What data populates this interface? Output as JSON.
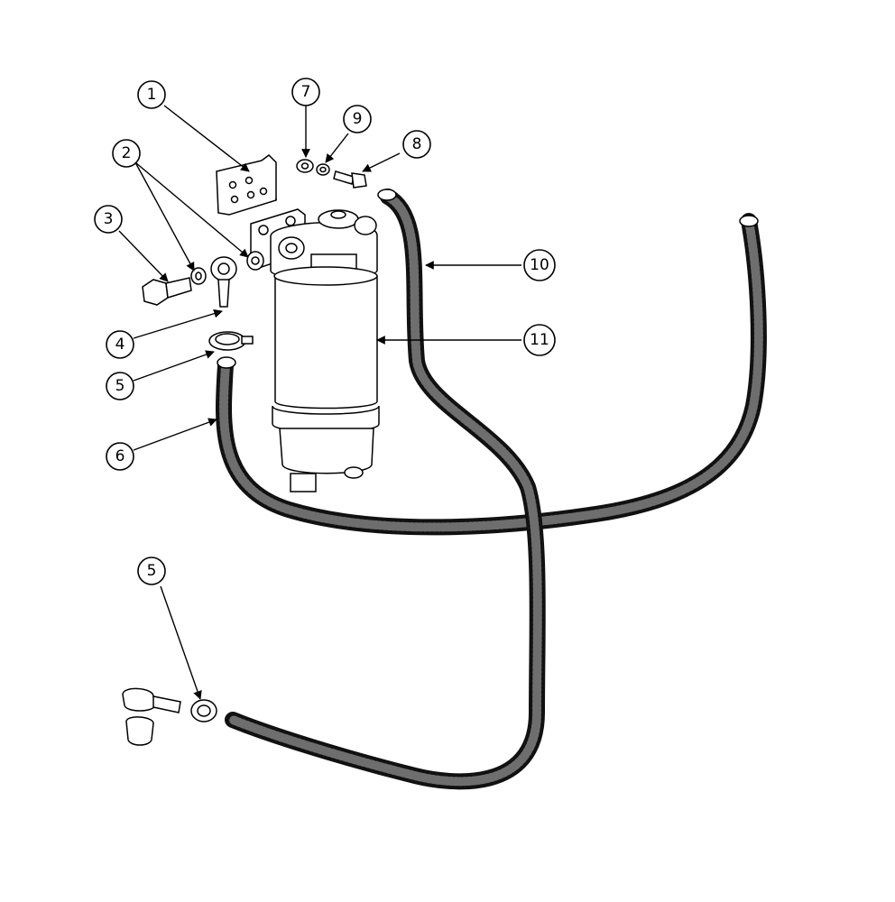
{
  "callouts": [
    {
      "label": "1"
    },
    {
      "label": "2"
    },
    {
      "label": "3"
    },
    {
      "label": "4"
    },
    {
      "label": "5"
    },
    {
      "label": "6"
    },
    {
      "label": "7"
    },
    {
      "label": "8"
    },
    {
      "label": "9"
    },
    {
      "label": "10"
    },
    {
      "label": "11"
    },
    {
      "label": "5"
    }
  ],
  "colors": {
    "line": "#000000",
    "hose": "#111111",
    "hose_texture": "#6e6e6e",
    "background": "#ffffff"
  }
}
